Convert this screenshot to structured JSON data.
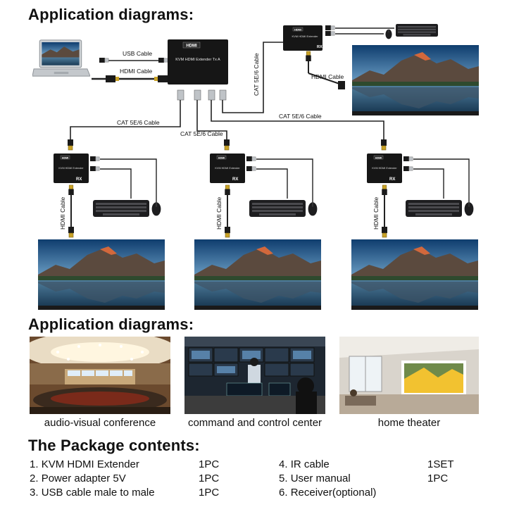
{
  "headings": {
    "diagram": "Application diagrams:",
    "applications": "Application diagrams:",
    "package": "The Package contents:"
  },
  "diagram": {
    "tx_brand": "HDMI",
    "tx_label": "KVM HDMI Extender Tx A",
    "rx_brand": "HDMI",
    "rx_label": "KVM HDMI Extender",
    "rx_tag": "RX",
    "cables": {
      "usb": "USB Cable",
      "hdmi_top": "HDMI Cable",
      "hdmi_rx_top": "HDMI Cable",
      "cat_vertical": "CAT 5E/6 Cable",
      "cat_left": "CAT 5E/6 Cable",
      "cat_middle": "CAT 5E/6 Cable",
      "cat_right": "CAT 5E/6 Cable",
      "hdmi_rx1": "HDMI Cable",
      "hdmi_rx2": "HDMI Cable",
      "hdmi_rx3": "HDMI Cable"
    }
  },
  "applications": [
    {
      "caption": "audio-visual conference"
    },
    {
      "caption": "command and control center"
    },
    {
      "caption": "home theater"
    }
  ],
  "package": [
    {
      "num": "1.",
      "name": "KVM HDMI Extender",
      "qty": "1PC"
    },
    {
      "num": "2.",
      "name": "Power adapter 5V",
      "qty": "1PC"
    },
    {
      "num": "3.",
      "name": "USB cable male to male",
      "qty": "1PC"
    },
    {
      "num": "4.",
      "name": "IR cable",
      "qty": "1SET"
    },
    {
      "num": "5.",
      "name": "User manual",
      "qty": "1PC"
    },
    {
      "num": "6.",
      "name": "Receiver(optional)",
      "qty": ""
    }
  ]
}
